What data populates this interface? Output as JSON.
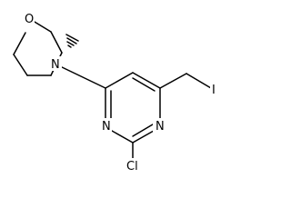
{
  "molecule": {
    "atoms": {
      "morpholine_oxygen": "O",
      "morpholine_nitrogen": "N",
      "ring_nitrogen_left": "N",
      "ring_nitrogen_right": "N",
      "chlorine": "Cl",
      "iodine": "I"
    },
    "stereo": {
      "methyl_wedge": "hashed"
    }
  }
}
